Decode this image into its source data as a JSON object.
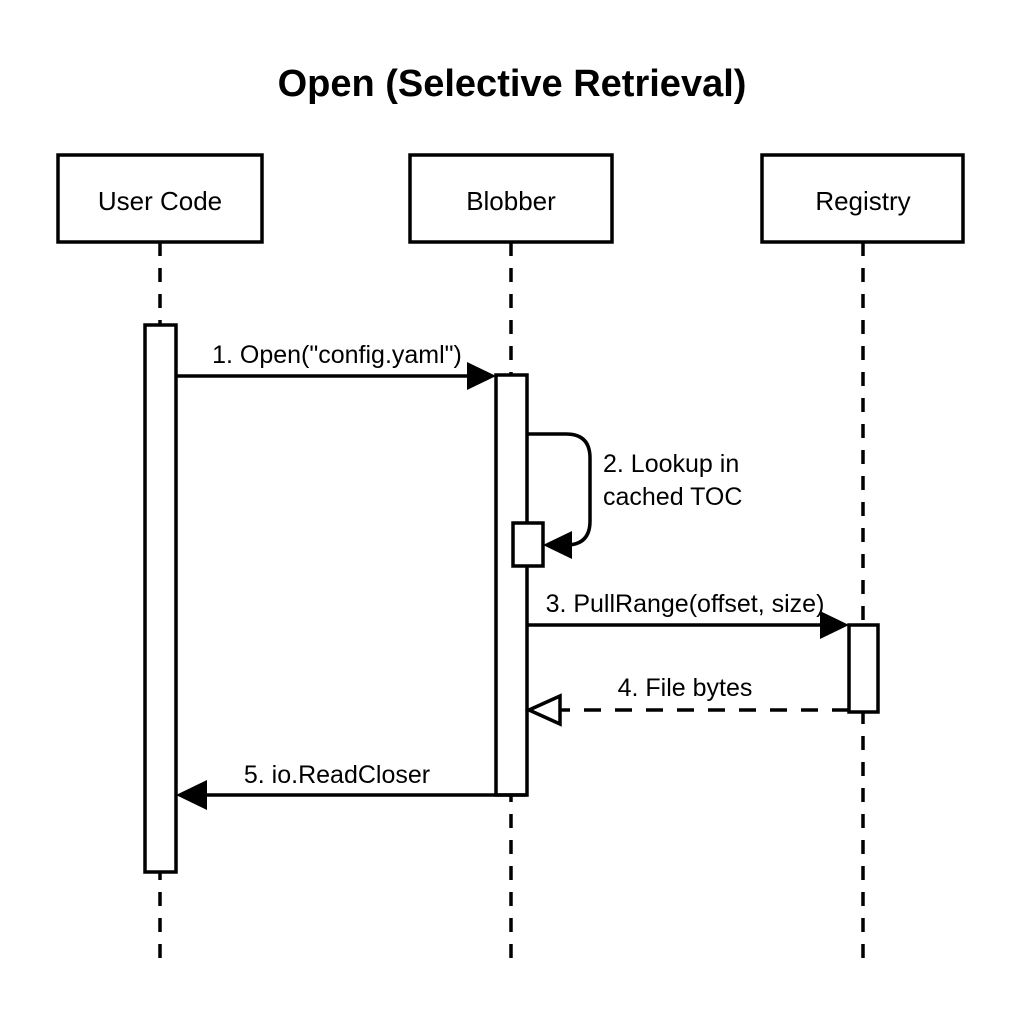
{
  "diagram": {
    "type": "sequence-diagram",
    "title": "Open (Selective Retrieval)",
    "background_color": "#ffffff",
    "line_color": "#000000",
    "participants": [
      {
        "id": "user-code",
        "label": "User Code"
      },
      {
        "id": "blobber",
        "label": "Blobber"
      },
      {
        "id": "registry",
        "label": "Registry"
      }
    ],
    "messages": [
      {
        "number": "1",
        "label": "1. Open(\"config.yaml\")",
        "from": "User Code",
        "to": "Blobber",
        "style": "solid",
        "arrowhead": "filled",
        "direction": "right"
      },
      {
        "number": "2",
        "label_line1": "2. Lookup in",
        "label_line2": "cached TOC",
        "label": "2. Lookup in cached TOC",
        "from": "Blobber",
        "to": "Blobber",
        "style": "solid",
        "arrowhead": "filled",
        "direction": "self"
      },
      {
        "number": "3",
        "label": "3. PullRange(offset, size)",
        "from": "Blobber",
        "to": "Registry",
        "style": "solid",
        "arrowhead": "filled",
        "direction": "right"
      },
      {
        "number": "4",
        "label": "4. File bytes",
        "from": "Registry",
        "to": "Blobber",
        "style": "dashed",
        "arrowhead": "open",
        "direction": "left"
      },
      {
        "number": "5",
        "label": "5. io.ReadCloser",
        "from": "Blobber",
        "to": "User Code",
        "style": "solid",
        "arrowhead": "filled",
        "direction": "left"
      }
    ]
  }
}
